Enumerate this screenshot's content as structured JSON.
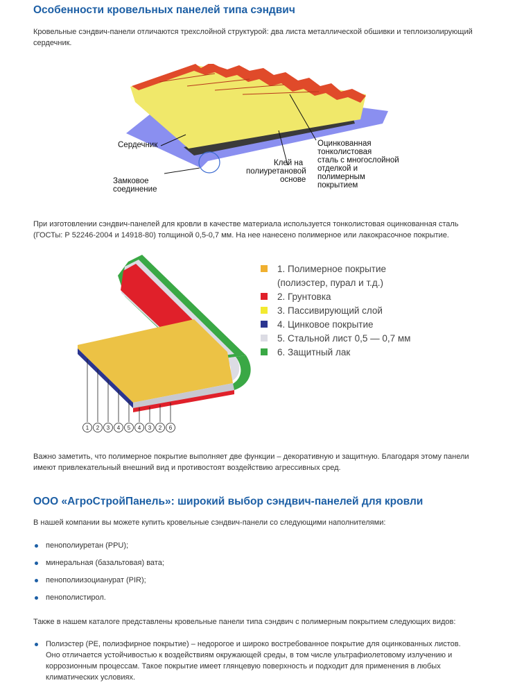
{
  "section1": {
    "title": "Особенности кровельных панелей типа сэндвич",
    "intro": "Кровельные сэндвич-панели отличаются трехслойной структурой: два листа металлической обшивки и теплоизолирующий сердечник."
  },
  "figure1": {
    "labels": {
      "core": "Сердечник",
      "lock_1": "Замковое",
      "lock_2": "соединение",
      "glue_1": "Клей на",
      "glue_2": "полиуретановой",
      "glue_3": "основе",
      "steel_1": "Оцинкованная",
      "steel_2": "тонколистовая",
      "steel_3": "сталь с многослойной",
      "steel_4": "отделкой и",
      "steel_5": "полимерным",
      "steel_6": "покрытием"
    },
    "colors": {
      "top": "#e04a2a",
      "core": "#f0e86a",
      "bottom": "#8a8ff0",
      "glue": "#333333"
    }
  },
  "paragraph2": "При изготовлении сэндвич-панелей для кровли в качестве материала используется тонколистовая оцинкованная сталь (ГОСТы: Р 52246-2004 и 14918-80) толщиной 0,5-0,7 мм. На нее нанесено полимерное или лакокрасочное покрытие.",
  "figure2": {
    "legend": [
      {
        "text": "1. Полимерное покрытие",
        "color": "#f0b030"
      },
      {
        "text": "(полиэстер, пурал и т.д.)",
        "color": ""
      },
      {
        "text": "2. Грунтовка",
        "color": "#e0202a"
      },
      {
        "text": "3. Пассивирующий слой",
        "color": "#f2ea30"
      },
      {
        "text": "4. Цинковое покрытие",
        "color": "#2b3590"
      },
      {
        "text": "5. Стальной лист 0,5 — 0,7 мм",
        "color": "#dcdce4"
      },
      {
        "text": "6. Защитный лак",
        "color": "#3aa845"
      }
    ],
    "numbers": [
      "1",
      "2",
      "3",
      "4",
      "5",
      "4",
      "3",
      "2",
      "6"
    ]
  },
  "paragraph3": "Важно заметить, что полимерное покрытие выполняет две функции – декоративную и защитную. Благодаря этому панели имеют привлекательный внешний вид и противостоят воздействию агрессивных сред.",
  "section2": {
    "title": "ООО «АгроСтройПанель»: широкий выбор сэндвич-панелей для кровли",
    "intro": "В нашей компании вы можете купить кровельные сэндвич-панели со следующими наполнителями:",
    "fillers": [
      "пенополиуретан (PPU);",
      "минеральная (базальтовая) вата;",
      "пенополиизоцианурат (PIR);",
      "пенополистирол."
    ],
    "catalog_intro": "Также в нашем каталоге представлены кровельные панели типа сэндвич с полимерным покрытием следующих видов:",
    "coatings": [
      "Полиэстер (PE, полиэфирное покрытие) – недорогое и широко востребованное покрытие для оцинкованных листов. Оно отличается устойчивостью к воздействиям окружающей среды, в том числе ультрафиолетовому излучению и коррозионным процессам. Такое покрытие имеет глянцевую поверхность и подходит для применения в любых климатических условиях."
    ]
  }
}
